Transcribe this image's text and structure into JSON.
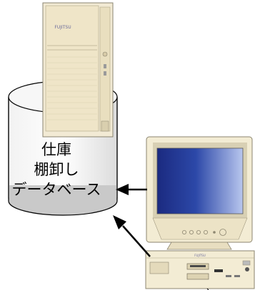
{
  "database": {
    "lines": [
      "仕庫",
      "棚卸し",
      "データベース"
    ]
  },
  "server": {
    "brand": "FUJITSU"
  },
  "pc": {
    "brand": "FUJITSU"
  }
}
